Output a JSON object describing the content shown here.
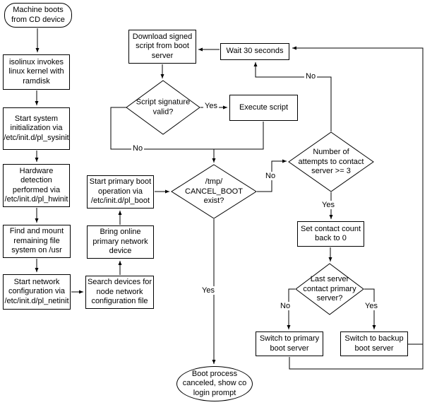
{
  "flowchart": {
    "nodes": {
      "start": "Machine boots\nfrom CD device",
      "isolinux": "isolinux invokes\nlinux kernel with\nramdisk",
      "sysinit": "Start system\ninitialization via\n/etc/init.d/pl_sysinit",
      "hwinit": "Hardware\ndetection\nperformed via\n/etc/init.d/pl_hwinit",
      "findmount": "Find and mount\nremaining file\nsystem on /usr",
      "netinit": "Start network\nconfiguration via\n/etc/init.d/pl_netinit",
      "search": "Search devices for\nnode network\nconfiguration file",
      "bring": "Bring online\nprimary network\ndevice",
      "plboot": "Start primary boot\noperation via\n/etc/init.d/pl_boot",
      "download": "Download signed\nscript from boot\nserver",
      "wait": "Wait 30 seconds",
      "sigvalid": "Script signature\nvalid?",
      "execute": "Execute script",
      "cancelboot": "/tmp/\nCANCEL_BOOT\nexist?",
      "attempts": "Number of\nattempts to contact\nserver >= 3",
      "setcount": "Set contact count\nback to 0",
      "lastserver": "Last server\ncontact primary\nserver?",
      "switchprimary": "Switch to primary\nboot server",
      "switchbackup": "Switch to backup\nboot server",
      "end": "Boot process\ncanceled, show co\nlogin prompt"
    },
    "labels": {
      "sig_yes": "Yes",
      "sig_no": "No",
      "cancel_no": "No",
      "cancel_yes": "Yes",
      "attempts_no": "No",
      "attempts_yes": "Yes",
      "last_no": "No",
      "last_yes": "Yes"
    },
    "colors": {
      "line": "#000000",
      "background": "#ffffff",
      "node_fill": "#ffffff"
    }
  }
}
